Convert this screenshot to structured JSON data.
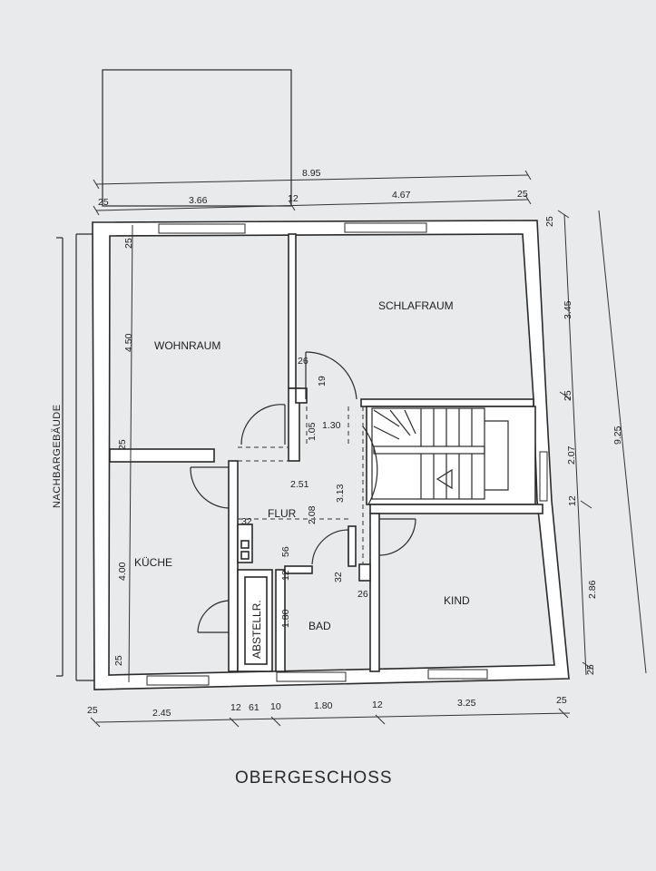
{
  "title": "OBERGESCHOSS",
  "neighbor_label": "NACHBARGEBÄUDE",
  "rooms": {
    "wohnraum": "WOHNRAUM",
    "schlafraum": "SCHLAFRAUM",
    "kueche": "KÜCHE",
    "flur": "FLUR",
    "bad": "BAD",
    "kind": "KIND",
    "abstell": "ABSTELLR."
  },
  "dims": {
    "top_total": "8.95",
    "top_a": "25",
    "top_b": "3.66",
    "top_c": "12",
    "top_d": "4.67",
    "top_e": "25",
    "right_total": "9.25",
    "right_a": "25",
    "right_b": "3.45",
    "right_c": "25",
    "right_d": "2.07",
    "right_e": "12",
    "right_f": "2.86",
    "right_g": "25",
    "left_a": "25",
    "left_b": "4.50",
    "left_c": "25",
    "left_d": "4.00",
    "left_e": "25",
    "bot_a": "25",
    "bot_b": "2.45",
    "bot_c": "12",
    "bot_d": "61",
    "bot_e": "10",
    "bot_f": "1.80",
    "bot_g": "12",
    "bot_h": "3.25",
    "bot_i": "25",
    "in_26a": "26",
    "in_19": "19",
    "in_105": "1.05",
    "in_130": "1.30",
    "in_251": "2.51",
    "in_313": "3.13",
    "in_208": "2.08",
    "in_32a": "32",
    "in_56": "56",
    "in_12": "12",
    "in_32b": "32",
    "in_26b": "26",
    "in_180": "1.80"
  }
}
